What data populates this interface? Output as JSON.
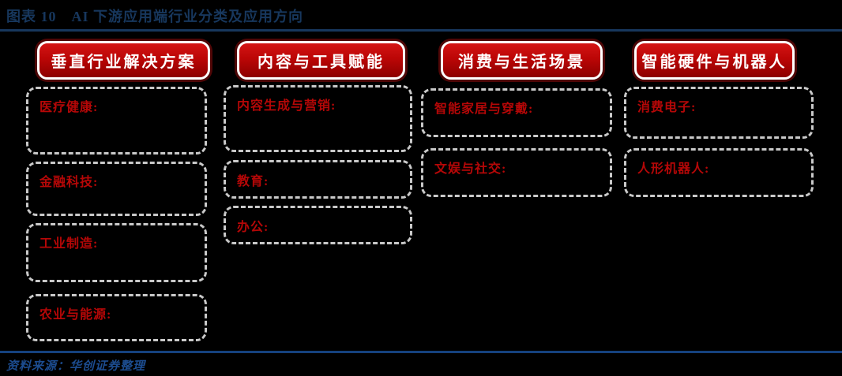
{
  "figure": {
    "title": "图表 10　AI 下游应用端行业分类及应用方向",
    "source": "资料来源：华创证券整理"
  },
  "colors": {
    "background": "#000000",
    "title_navy": "#17375D",
    "bottom_rule_navy": "#15417E",
    "source_navy": "#1C4C8F",
    "button_red": "#BB0606",
    "button_border_white": "#FFFFFF",
    "category_label_red": "#B50707",
    "dashed_border_gray": "#C9C9C9"
  },
  "columns": [
    {
      "header": "垂直行业解决方案",
      "boxes": [
        {
          "label": "医疗健康:"
        },
        {
          "label": "金融科技:"
        },
        {
          "label": "工业制造:"
        },
        {
          "label": "农业与能源:"
        }
      ]
    },
    {
      "header": "内容与工具赋能",
      "boxes": [
        {
          "label": "内容生成与营销:"
        },
        {
          "label": "教育:"
        },
        {
          "label": "办公:"
        }
      ]
    },
    {
      "header": "消费与生活场景",
      "boxes": [
        {
          "label": "智能家居与穿戴:"
        },
        {
          "label": "文娱与社交:"
        }
      ]
    },
    {
      "header": "智能硬件与机器人",
      "boxes": [
        {
          "label": "消费电子:"
        },
        {
          "label": "人形机器人:"
        }
      ]
    }
  ]
}
